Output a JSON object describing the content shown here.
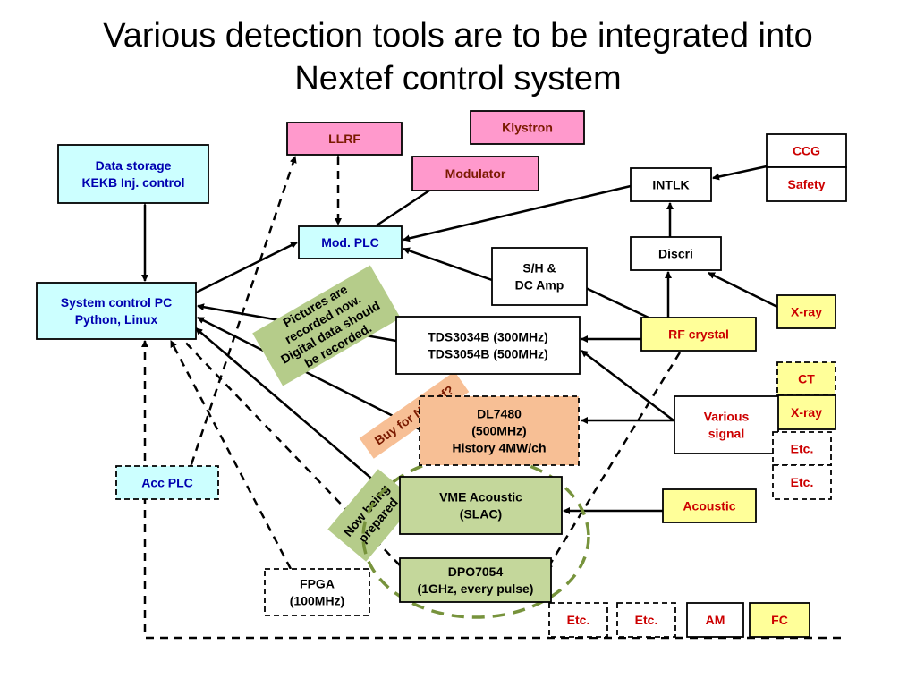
{
  "title": [
    "Various detection tools are to be integrated into",
    "Nextef control system"
  ],
  "boxes": {
    "data_storage": [
      "Data storage",
      "KEKB Inj. control"
    ],
    "system_pc": [
      "System control PC",
      "Python,  Linux"
    ],
    "acc_plc": [
      "Acc PLC"
    ],
    "llrf": [
      "LLRF"
    ],
    "klystron": [
      "Klystron"
    ],
    "modulator": [
      "Modulator"
    ],
    "mod_plc": [
      "Mod. PLC"
    ],
    "intlk": [
      "INTLK"
    ],
    "ccg": [
      "CCG"
    ],
    "safety": [
      "Safety"
    ],
    "discri": [
      "Discri"
    ],
    "sh_amp": [
      "S/H &",
      "DC Amp"
    ],
    "xray_1": [
      "X-ray"
    ],
    "rf_crystal": [
      "RF crystal"
    ],
    "tds": [
      "TDS3034B (300MHz)",
      "TDS3054B (500MHz)"
    ],
    "ct": [
      "CT"
    ],
    "xray_2": [
      "X-ray"
    ],
    "various_signal": [
      "Various",
      "signal"
    ],
    "etc_1": [
      "Etc."
    ],
    "etc_2": [
      "Etc."
    ],
    "dl7480": [
      "DL7480",
      "(500MHz)",
      "History 4MW/ch"
    ],
    "vme": [
      "VME Acoustic",
      "(SLAC)"
    ],
    "acoustic": [
      "Acoustic"
    ],
    "dpo": [
      "DPO7054",
      "(1GHz, every pulse)"
    ],
    "fpga": [
      "FPGA",
      "(100MHz)"
    ],
    "etc_3": [
      "Etc."
    ],
    "etc_4": [
      "Etc."
    ],
    "am": [
      "AM"
    ],
    "fc": [
      "FC"
    ]
  },
  "notes": {
    "pictures": [
      "Pictures are",
      "recorded now.",
      "Digital data should",
      "be recorded."
    ],
    "buy": [
      "Buy for Nextef?"
    ],
    "being": [
      "Now  being",
      "prepared"
    ]
  },
  "colors": {
    "blue_text": "#0000b0",
    "red_text": "#cc0000",
    "brown_text": "#7a1a00",
    "cyan_fill": "#ccffff",
    "pink_fill": "#ff99cc",
    "yellow_fill": "#ffff99",
    "orange_fill": "#f7bf95",
    "green_fill": "#c4d79b",
    "note_green": "#b5cc8a",
    "ellipse_green": "#77933c"
  }
}
